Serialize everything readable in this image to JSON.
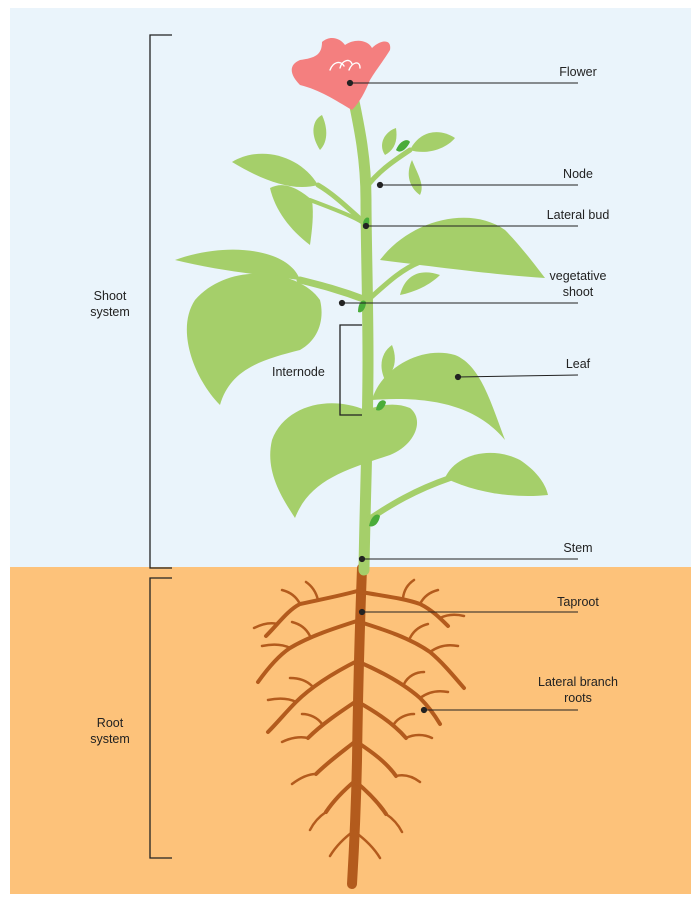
{
  "labels": {
    "flower": "Flower",
    "node": "Node",
    "lateral_bud": "Lateral bud",
    "vegetative_shoot": "vegetative\nshoot",
    "leaf": "Leaf",
    "internode": "Internode",
    "stem": "Stem",
    "taproot": "Taproot",
    "lateral_branch_roots": "Lateral branch\nroots",
    "shoot_system": "Shoot\nsystem",
    "root_system": "Root\nsystem"
  },
  "colors": {
    "sky": "#eaf4fb",
    "soil": "#fdc27a",
    "plant_green": "#a5cf6a",
    "bud_green": "#4aac3a",
    "flower_pink": "#f47f7f",
    "root_brown": "#b35b1d",
    "leader_line": "#222222"
  }
}
